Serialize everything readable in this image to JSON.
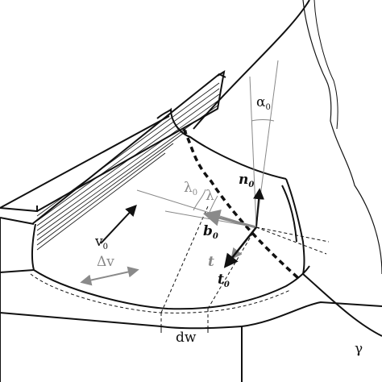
{
  "labels": {
    "alpha0": {
      "main": "α",
      "sub": "0"
    },
    "lambda0": {
      "main": "λ",
      "sub": "0"
    },
    "lambda": {
      "main": "λ",
      "sub": ""
    },
    "n0": {
      "main": "n",
      "sub": "0"
    },
    "b0": {
      "main": "b",
      "sub": "0"
    },
    "t": {
      "main": "t",
      "sub": ""
    },
    "t0": {
      "main": "t",
      "sub": "0"
    },
    "v0": {
      "main": "v",
      "sub": "0"
    },
    "dv": {
      "main": "Δv",
      "sub": ""
    },
    "dw": {
      "main": "dw",
      "sub": ""
    },
    "gamma": {
      "main": "γ",
      "sub": ""
    }
  },
  "colors": {
    "line": "#111111",
    "grey": "#8a8a8a",
    "light_grey": "#b5b5b5"
  }
}
